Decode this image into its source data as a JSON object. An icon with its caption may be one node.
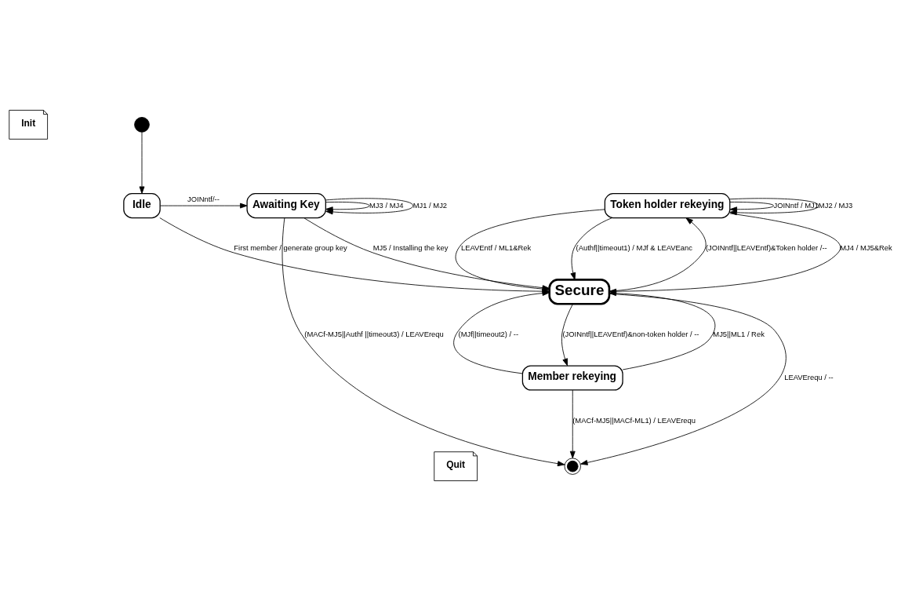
{
  "diagram": {
    "nodes": [
      {
        "text": [
          "Init"
        ]
      },
      {
        "text": [],
        "shape": "circle"
      },
      {
        "text": [
          "Awaiting Key"
        ]
      },
      {
        "text": [
          "Idle"
        ]
      },
      {
        "text": [
          "Token holder rekeying"
        ]
      },
      {
        "text": [
          "Secure"
        ]
      },
      {
        "text": [
          "Quit"
        ]
      },
      {
        "text": [],
        "shape": "circle"
      },
      {
        "text": [
          "Member rekeying"
        ]
      }
    ],
    "edges": [
      {
        "from": 1,
        "to": 3,
        "arrow": "to"
      },
      {
        "from": 3,
        "to": 2,
        "arrow": "to",
        "label": "JOINntf/--"
      },
      {
        "from": 2,
        "to": 2,
        "arrow": "to",
        "label": "MJ3 / MJ4"
      },
      {
        "from": 2,
        "to": 2,
        "arrow": "to",
        "label": "MJ1 / MJ2"
      },
      {
        "from": 4,
        "to": 4,
        "arrow": "to",
        "label": "JOINntf / MJ1"
      },
      {
        "from": 4,
        "to": 4,
        "arrow": "to",
        "label": "MJ2 / MJ3"
      },
      {
        "from": 2,
        "to": 7,
        "arrow": "to",
        "label": "(MACf-MJ5||Authf ||timeout3) / LEAVErequ"
      },
      {
        "from": 2,
        "to": 5,
        "arrow": "to",
        "label": "MJ5 / Installing the key"
      },
      {
        "from": 3,
        "to": 5,
        "arrow": "to",
        "label": "First member / generate group key"
      },
      {
        "from": 5,
        "to": 4,
        "arrow": "to",
        "label": "(JOINntf||LEAVEntf)&Token holder /--"
      },
      {
        "from": 4,
        "to": 5,
        "arrow": "to",
        "label": "MJ4 / MJ5&Rek"
      },
      {
        "from": 4,
        "to": 5,
        "arrow": "to",
        "label": "LEAVEntf / ML1&Rek"
      },
      {
        "from": 4,
        "to": 5,
        "arrow": "to",
        "label": "(Authf||timeout1) / MJf & LEAVEanc"
      },
      {
        "from": 5,
        "to": 7,
        "arrow": "to",
        "label": "LEAVErequ / --"
      },
      {
        "from": 8,
        "to": 7,
        "arrow": "to",
        "label": "(MACf-MJ5||MACf-ML1) / LEAVErequ"
      },
      {
        "from": 8,
        "to": 5,
        "arrow": "to",
        "label": "MJ5||ML1 / Rek"
      },
      {
        "from": 8,
        "to": 5,
        "arrow": "to",
        "label": "(MJf||timeout2) / --"
      },
      {
        "from": 5,
        "to": 8,
        "arrow": "to",
        "label": "(JOINntf||LEAVEntf)&non-token holder / --"
      }
    ]
  }
}
